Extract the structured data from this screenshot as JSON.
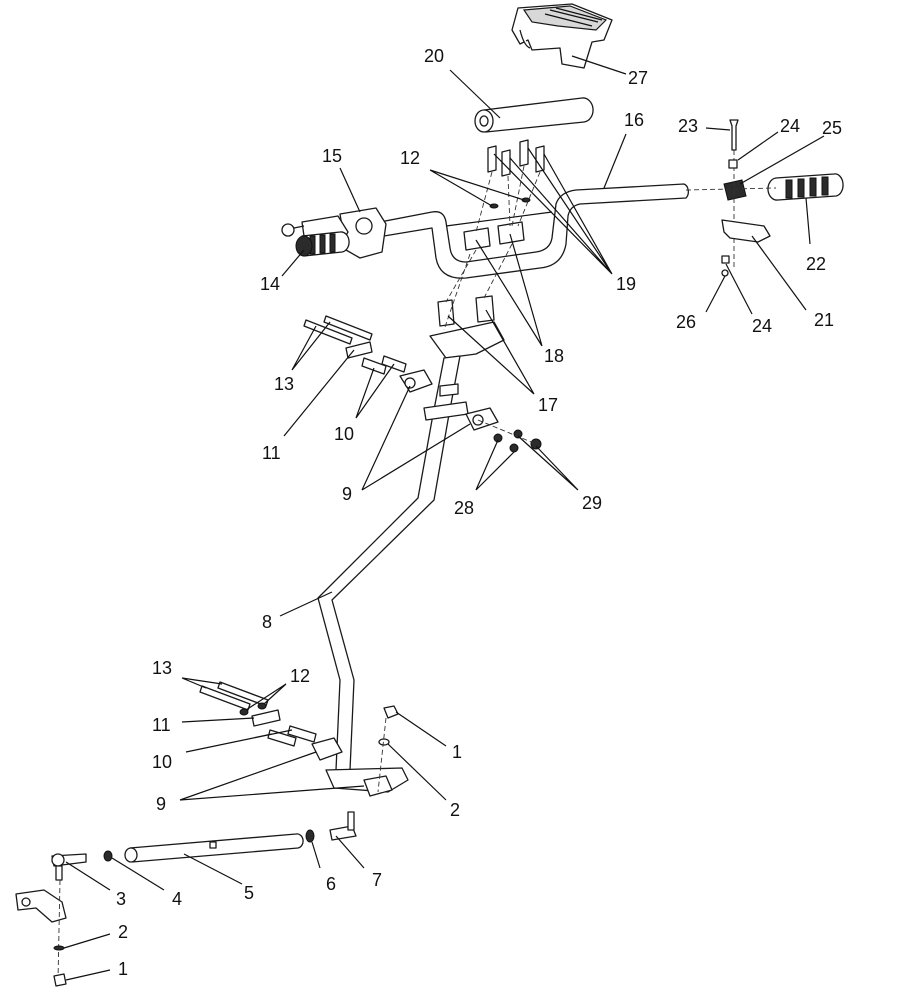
{
  "callouts": [
    {
      "id": "c20",
      "text": "20"
    },
    {
      "id": "c27",
      "text": "27"
    },
    {
      "id": "c16",
      "text": "16"
    },
    {
      "id": "c23",
      "text": "23"
    },
    {
      "id": "c24a",
      "text": "24"
    },
    {
      "id": "c25",
      "text": "25"
    },
    {
      "id": "c15",
      "text": "15"
    },
    {
      "id": "c12a",
      "text": "12"
    },
    {
      "id": "c14",
      "text": "14"
    },
    {
      "id": "c19",
      "text": "19"
    },
    {
      "id": "c22",
      "text": "22"
    },
    {
      "id": "c26",
      "text": "26"
    },
    {
      "id": "c24b",
      "text": "24"
    },
    {
      "id": "c21",
      "text": "21"
    },
    {
      "id": "c13a",
      "text": "13"
    },
    {
      "id": "c18",
      "text": "18"
    },
    {
      "id": "c17",
      "text": "17"
    },
    {
      "id": "c10a",
      "text": "10"
    },
    {
      "id": "c11a",
      "text": "11"
    },
    {
      "id": "c9a",
      "text": "9"
    },
    {
      "id": "c28",
      "text": "28"
    },
    {
      "id": "c29",
      "text": "29"
    },
    {
      "id": "c8",
      "text": "8"
    },
    {
      "id": "c13b",
      "text": "13"
    },
    {
      "id": "c12b",
      "text": "12"
    },
    {
      "id": "c11b",
      "text": "11"
    },
    {
      "id": "c1a",
      "text": "1"
    },
    {
      "id": "c10b",
      "text": "10"
    },
    {
      "id": "c2a",
      "text": "2"
    },
    {
      "id": "c9b",
      "text": "9"
    },
    {
      "id": "c7",
      "text": "7"
    },
    {
      "id": "c6",
      "text": "6"
    },
    {
      "id": "c5",
      "text": "5"
    },
    {
      "id": "c4",
      "text": "4"
    },
    {
      "id": "c3",
      "text": "3"
    },
    {
      "id": "c2b",
      "text": "2"
    },
    {
      "id": "c1b",
      "text": "1"
    }
  ]
}
